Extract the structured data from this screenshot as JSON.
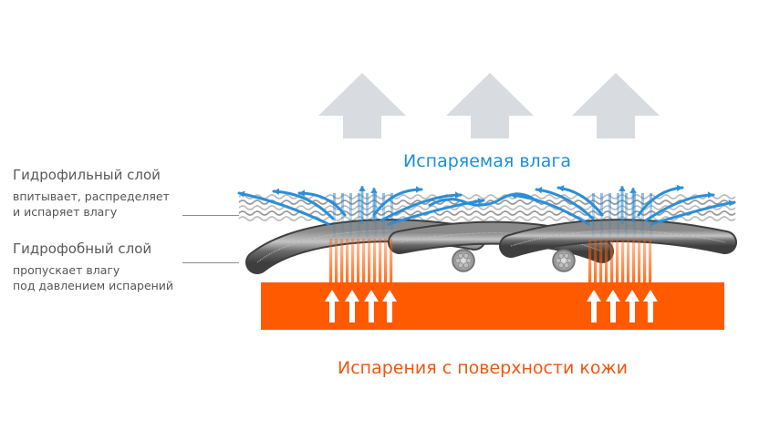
{
  "texts": {
    "evaporated_moisture": "Испаряемая влага",
    "skin_vapor": "Испарения с поверхности кожи",
    "hydrophilic": {
      "title": "Гидрофильный слой",
      "desc_line1": "впитывает, распределяет",
      "desc_line2": "и испаряет влагу"
    },
    "hydrophobic": {
      "title": "Гидрофобный слой",
      "desc_line1": "пропускает влагу",
      "desc_line2": "под давлением испарений"
    }
  },
  "colors": {
    "blue_text": "#1b8fd6",
    "orange_text": "#f2560f",
    "skin_layer": "#ff5a00",
    "vapor_arrow": "#ffffff",
    "big_arrow": "#d8dce0",
    "fiber": "#6e6e6e",
    "fiber_highlight": "#b9b9b9",
    "moisture_arrow": "#2a8fd8"
  },
  "icons": {
    "big_arrows": "up-arrow-icon",
    "vapor_arrows": "up-arrow-icon",
    "moisture_arrows": "curved-arrow-icon"
  }
}
